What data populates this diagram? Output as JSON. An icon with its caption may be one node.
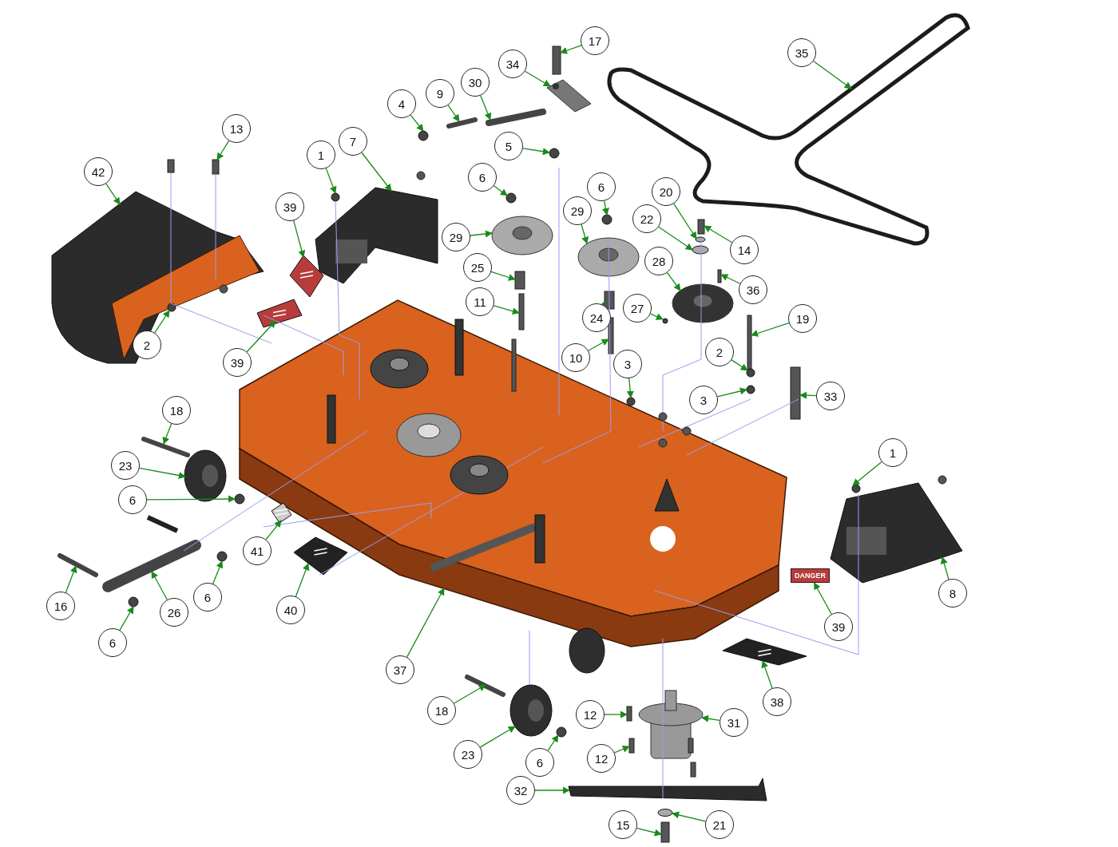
{
  "diagram": {
    "nodes": [
      {
        "text": [
          "17"
        ]
      },
      {
        "text": [
          "35"
        ]
      },
      {
        "text": [
          "34"
        ]
      },
      {
        "text": [
          "30"
        ]
      },
      {
        "text": [
          "9"
        ]
      },
      {
        "text": [
          "4"
        ]
      },
      {
        "text": [
          "13"
        ]
      },
      {
        "text": [
          "7"
        ]
      },
      {
        "text": [
          "5"
        ]
      },
      {
        "text": [
          "1"
        ]
      },
      {
        "text": [
          "42"
        ]
      },
      {
        "text": [
          "6"
        ]
      },
      {
        "text": [
          "6"
        ]
      },
      {
        "text": [
          "20"
        ]
      },
      {
        "text": [
          "39"
        ]
      },
      {
        "text": [
          "29"
        ]
      },
      {
        "text": [
          "22"
        ]
      },
      {
        "text": [
          "29"
        ]
      },
      {
        "text": [
          "14"
        ]
      },
      {
        "text": [
          "28"
        ]
      },
      {
        "text": [
          "25"
        ]
      },
      {
        "text": [
          "36"
        ]
      },
      {
        "text": [
          "11"
        ]
      },
      {
        "text": [
          "27"
        ]
      },
      {
        "text": [
          "24"
        ]
      },
      {
        "text": [
          "19"
        ]
      },
      {
        "text": [
          "2"
        ]
      },
      {
        "text": [
          "2"
        ]
      },
      {
        "text": [
          "10"
        ]
      },
      {
        "text": [
          "39"
        ]
      },
      {
        "text": [
          "3"
        ]
      },
      {
        "text": [
          "3"
        ]
      },
      {
        "text": [
          "33"
        ]
      },
      {
        "text": [
          "18"
        ]
      },
      {
        "text": [
          "1"
        ]
      },
      {
        "text": [
          "23"
        ]
      },
      {
        "text": [
          "6"
        ]
      },
      {
        "text": [
          "41"
        ]
      },
      {
        "text": [
          "8"
        ]
      },
      {
        "text": [
          "6"
        ]
      },
      {
        "text": [
          "16"
        ]
      },
      {
        "text": [
          "40"
        ]
      },
      {
        "text": [
          "26"
        ]
      },
      {
        "text": [
          "39"
        ]
      },
      {
        "text": [
          "6"
        ]
      },
      {
        "text": [
          "37"
        ]
      },
      {
        "text": [
          "38"
        ]
      },
      {
        "text": [
          "18"
        ]
      },
      {
        "text": [
          "12"
        ]
      },
      {
        "text": [
          "31"
        ]
      },
      {
        "text": [
          "23"
        ]
      },
      {
        "text": [
          "12"
        ]
      },
      {
        "text": [
          "6"
        ]
      },
      {
        "text": [
          "32"
        ]
      },
      {
        "text": [
          "15"
        ]
      },
      {
        "text": [
          "21"
        ]
      },
      {
        "text": [
          "DANGER"
        ]
      },
      {
        "text": [],
        "shape": "box"
      },
      {
        "text": [],
        "shape": "picture"
      },
      {
        "text": [],
        "shape": "picture"
      },
      {
        "text": [],
        "shape": "bar"
      },
      {
        "text": [],
        "shape": "bar"
      },
      {
        "text": [],
        "shape": "circle"
      },
      {
        "text": [],
        "shape": "box"
      },
      {
        "text": [],
        "shape": "picture"
      },
      {
        "text": [],
        "shape": "circle"
      },
      {
        "text": [],
        "shape": "circle"
      },
      {
        "text": [],
        "shape": "picture"
      },
      {
        "text": [],
        "shape": "circle"
      },
      {
        "text": [],
        "shape": "circle"
      },
      {
        "text": [],
        "shape": "circle"
      },
      {
        "text": [],
        "shape": "picture"
      },
      {
        "text": [],
        "shape": "picture"
      },
      {
        "text": [],
        "shape": "circle"
      },
      {
        "text": [],
        "shape": "picture"
      },
      {
        "text": [],
        "shape": "box"
      },
      {
        "text": [],
        "shape": "picture"
      },
      {
        "text": [],
        "shape": "box"
      },
      {
        "text": [],
        "shape": "box"
      },
      {
        "text": [],
        "shape": "box"
      },
      {
        "text": [],
        "shape": "circle"
      },
      {
        "text": [],
        "shape": "box"
      },
      {
        "text": [],
        "shape": "box"
      },
      {
        "text": [],
        "shape": "circle"
      },
      {
        "text": [],
        "shape": "circle"
      },
      {
        "text": [],
        "shape": "box"
      },
      {
        "text": [],
        "shape": "picture"
      },
      {
        "text": [],
        "shape": "circle"
      },
      {
        "text": [],
        "shape": "circle"
      },
      {
        "text": [],
        "shape": "box"
      },
      {
        "text": [],
        "shape": "bar"
      },
      {
        "text": [],
        "shape": "circle"
      },
      {
        "text": [],
        "shape": "picture"
      },
      {
        "text": [],
        "shape": "circle"
      },
      {
        "text": [],
        "shape": "picture"
      },
      {
        "text": [],
        "shape": "picture"
      },
      {
        "text": [],
        "shape": "circle"
      },
      {
        "text": [],
        "shape": "bar"
      },
      {
        "text": [],
        "shape": "picture"
      },
      {
        "text": [],
        "shape": "bar"
      },
      {
        "text": [],
        "shape": "circle"
      },
      {
        "text": [],
        "shape": "picture"
      },
      {
        "text": [],
        "shape": "picture"
      },
      {
        "text": [],
        "shape": "bar"
      },
      {
        "text": [],
        "shape": "box"
      },
      {
        "text": [],
        "shape": "picture"
      },
      {
        "text": [],
        "shape": "picture"
      },
      {
        "text": [],
        "shape": "box"
      },
      {
        "text": [],
        "shape": "circle"
      },
      {
        "text": [],
        "shape": "picture"
      },
      {
        "text": [],
        "shape": "box"
      },
      {
        "text": [],
        "shape": "circle"
      }
    ],
    "edges": [
      {
        "from": 0,
        "to": 57,
        "arrow": "to"
      },
      {
        "from": 1,
        "to": 58,
        "arrow": "to"
      },
      {
        "from": 2,
        "to": 59,
        "arrow": "to"
      },
      {
        "from": 3,
        "to": 60,
        "arrow": "to"
      },
      {
        "from": 4,
        "to": 61,
        "arrow": "to"
      },
      {
        "from": 5,
        "to": 62,
        "arrow": "to"
      },
      {
        "from": 6,
        "to": 63,
        "arrow": "to"
      },
      {
        "from": 7,
        "to": 64,
        "arrow": "to"
      },
      {
        "from": 8,
        "to": 65,
        "arrow": "to"
      },
      {
        "from": 9,
        "to": 66,
        "arrow": "to"
      },
      {
        "from": 10,
        "to": 67,
        "arrow": "to"
      },
      {
        "from": 11,
        "to": 68,
        "arrow": "to"
      },
      {
        "from": 12,
        "to": 69,
        "arrow": "to"
      },
      {
        "from": 13,
        "to": 70,
        "arrow": "to"
      },
      {
        "from": 14,
        "to": 71,
        "arrow": "to"
      },
      {
        "from": 15,
        "to": 72,
        "arrow": "to"
      },
      {
        "from": 16,
        "to": 73,
        "arrow": "to"
      },
      {
        "from": 17,
        "to": 74,
        "arrow": "to"
      },
      {
        "from": 18,
        "to": 75,
        "arrow": "to"
      },
      {
        "from": 19,
        "to": 76,
        "arrow": "to"
      },
      {
        "from": 20,
        "to": 77,
        "arrow": "to"
      },
      {
        "from": 21,
        "to": 78,
        "arrow": "to"
      },
      {
        "from": 22,
        "to": 79,
        "arrow": "to"
      },
      {
        "from": 23,
        "to": 80,
        "arrow": "to"
      },
      {
        "from": 24,
        "to": 81,
        "arrow": "to"
      },
      {
        "from": 25,
        "to": 82,
        "arrow": "to"
      },
      {
        "from": 26,
        "to": 83,
        "arrow": "to"
      },
      {
        "from": 27,
        "to": 84,
        "arrow": "to"
      },
      {
        "from": 28,
        "to": 85,
        "arrow": "to"
      },
      {
        "from": 29,
        "to": 86,
        "arrow": "to"
      },
      {
        "from": 30,
        "to": 87,
        "arrow": "to"
      },
      {
        "from": 31,
        "to": 88,
        "arrow": "to"
      },
      {
        "from": 32,
        "to": 89,
        "arrow": "to"
      },
      {
        "from": 33,
        "to": 90,
        "arrow": "to"
      },
      {
        "from": 34,
        "to": 91,
        "arrow": "to"
      },
      {
        "from": 35,
        "to": 92,
        "arrow": "to"
      },
      {
        "from": 36,
        "to": 93,
        "arrow": "to"
      },
      {
        "from": 37,
        "to": 94,
        "arrow": "to"
      },
      {
        "from": 38,
        "to": 95,
        "arrow": "to"
      },
      {
        "from": 39,
        "to": 96,
        "arrow": "to"
      },
      {
        "from": 40,
        "to": 97,
        "arrow": "to"
      },
      {
        "from": 41,
        "to": 98,
        "arrow": "to"
      },
      {
        "from": 42,
        "to": 99,
        "arrow": "to"
      },
      {
        "from": 43,
        "to": 56,
        "arrow": "to"
      },
      {
        "from": 44,
        "to": 100,
        "arrow": "to"
      },
      {
        "from": 45,
        "to": 101,
        "arrow": "to"
      },
      {
        "from": 46,
        "to": 102,
        "arrow": "to"
      },
      {
        "from": 47,
        "to": 103,
        "arrow": "to"
      },
      {
        "from": 48,
        "to": 104,
        "arrow": "to"
      },
      {
        "from": 49,
        "to": 105,
        "arrow": "to"
      },
      {
        "from": 50,
        "to": 106,
        "arrow": "to"
      },
      {
        "from": 51,
        "to": 107,
        "arrow": "to"
      },
      {
        "from": 52,
        "to": 108,
        "arrow": "to"
      },
      {
        "from": 53,
        "to": 109,
        "arrow": "to"
      },
      {
        "from": 54,
        "to": 110,
        "arrow": "to"
      },
      {
        "from": 55,
        "to": 111,
        "arrow": "to"
      }
    ]
  }
}
